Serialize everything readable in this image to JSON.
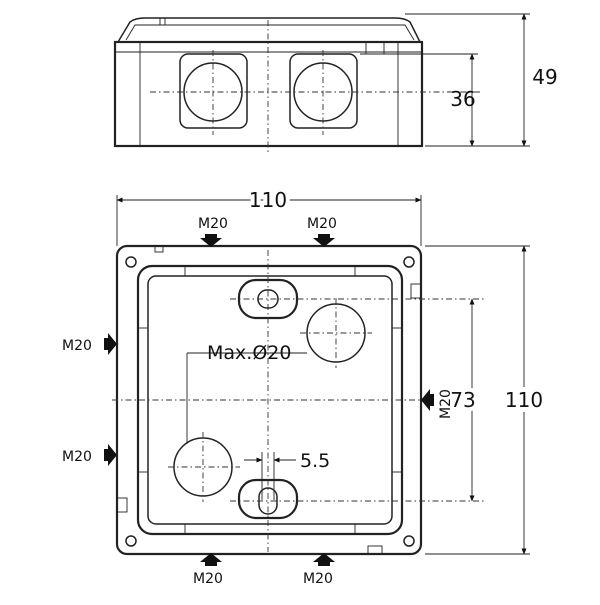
{
  "diagram": {
    "dimensions": {
      "total_height": "49",
      "body_height": "36",
      "width": "110",
      "height": "110",
      "hole_spacing": "73",
      "slot_width": "5.5"
    },
    "annotation_max_hole": "Max.Ø20",
    "entry_labels": {
      "top_left": "M20",
      "top_right": "M20",
      "left_upper": "M20",
      "left_lower": "M20",
      "right": "M20",
      "bottom_left": "M20",
      "bottom_right": "M20"
    }
  }
}
